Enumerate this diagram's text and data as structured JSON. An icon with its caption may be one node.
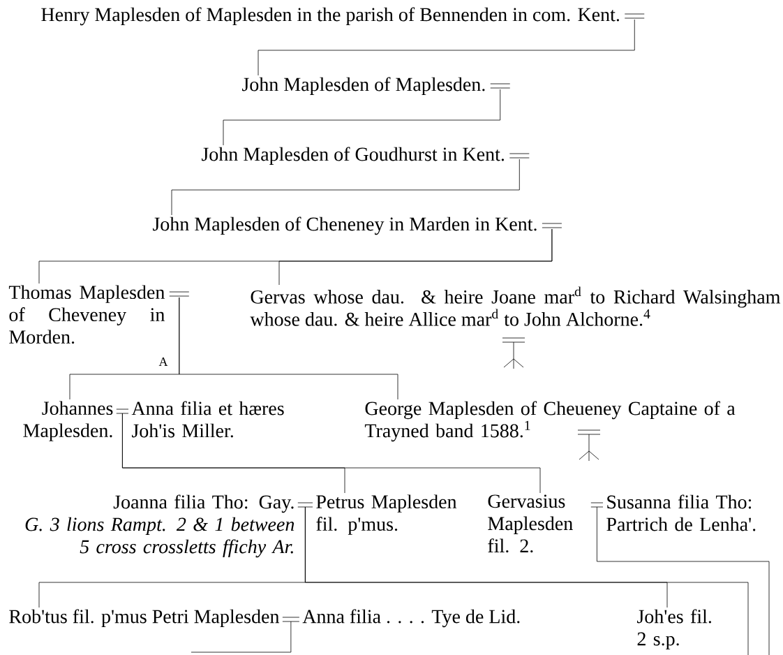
{
  "diagram": {
    "nodes": [
      {
        "text": [
          "Henry Maplesden of Maplesden in the parish of Bennenden in com. Kent."
        ]
      },
      {
        "text": [
          "John Maplesden of Maplesden."
        ]
      },
      {
        "text": [
          "John Maplesden of Goudhurst in Kent."
        ]
      },
      {
        "text": [
          "John Maplesden of Cheneney in Marden in Kent."
        ]
      },
      {
        "text": [
          "Thomas Maplesden of Cheveney in Morden."
        ]
      },
      {
        "text": [
          "Gervas whose dau. & heire Joane mar$^{d}$ to Richard Walsingham whose dau. & heire Allice mar$^{d}$ to John Alchorne.$^{4}$"
        ]
      },
      {
        "text": [
          "Johannes Maplesden."
        ]
      },
      {
        "text": [
          "Anna filia et hæres Joh'is Miller."
        ]
      },
      {
        "text": [
          "George Maplesden of Cheueney Captaine of a Trayned band 1588.$^{1}$"
        ]
      },
      {
        "text": [
          "Joanna filia Tho: Gay.",
          "G. 3 lions Rampt. 2 & 1 between 5 cross crossletts ffichy Ar."
        ]
      },
      {
        "text": [
          "Petrus Maplesden fil. p'mus."
        ]
      },
      {
        "text": [
          "Gervasius Maplesden fil. 2."
        ]
      },
      {
        "text": [
          "Susanna filia Tho: Partrich de Lenha'."
        ]
      },
      {
        "text": [
          "Rob'tus fil. p'mus Petri Maplesden"
        ]
      },
      {
        "text": [
          "Anna filia . . . . Tye de Lid."
        ]
      },
      {
        "text": [
          "Joh'es fil. 2 s.p."
        ]
      }
    ],
    "edges": [
      {
        "from": 0,
        "to": 1,
        "arrow": "none"
      },
      {
        "from": 1,
        "to": 2,
        "arrow": "none"
      },
      {
        "from": 2,
        "to": 3,
        "arrow": "none"
      },
      {
        "from": 3,
        "to": 4,
        "arrow": "none"
      },
      {
        "from": 3,
        "to": 5,
        "arrow": "none"
      },
      {
        "from": 4,
        "to": 6,
        "arrow": "none"
      },
      {
        "from": 4,
        "to": 8,
        "arrow": "none"
      },
      {
        "from": 6,
        "to": 7,
        "arrow": "none"
      },
      {
        "from": 6,
        "to": 10,
        "arrow": "none"
      },
      {
        "from": 6,
        "to": 11,
        "arrow": "none"
      },
      {
        "from": 9,
        "to": 10,
        "arrow": "none"
      },
      {
        "from": 10,
        "to": 13,
        "arrow": "none"
      },
      {
        "from": 10,
        "to": 15,
        "arrow": "none"
      },
      {
        "from": 10,
        "to": null,
        "arrow": "none"
      },
      {
        "from": 11,
        "to": 12,
        "arrow": "none"
      },
      {
        "from": 11,
        "to": null,
        "arrow": "none"
      },
      {
        "from": 13,
        "to": 14,
        "arrow": "none"
      },
      {
        "from": 13,
        "to": null,
        "arrow": "none"
      }
    ],
    "labels": [
      "A"
    ]
  }
}
